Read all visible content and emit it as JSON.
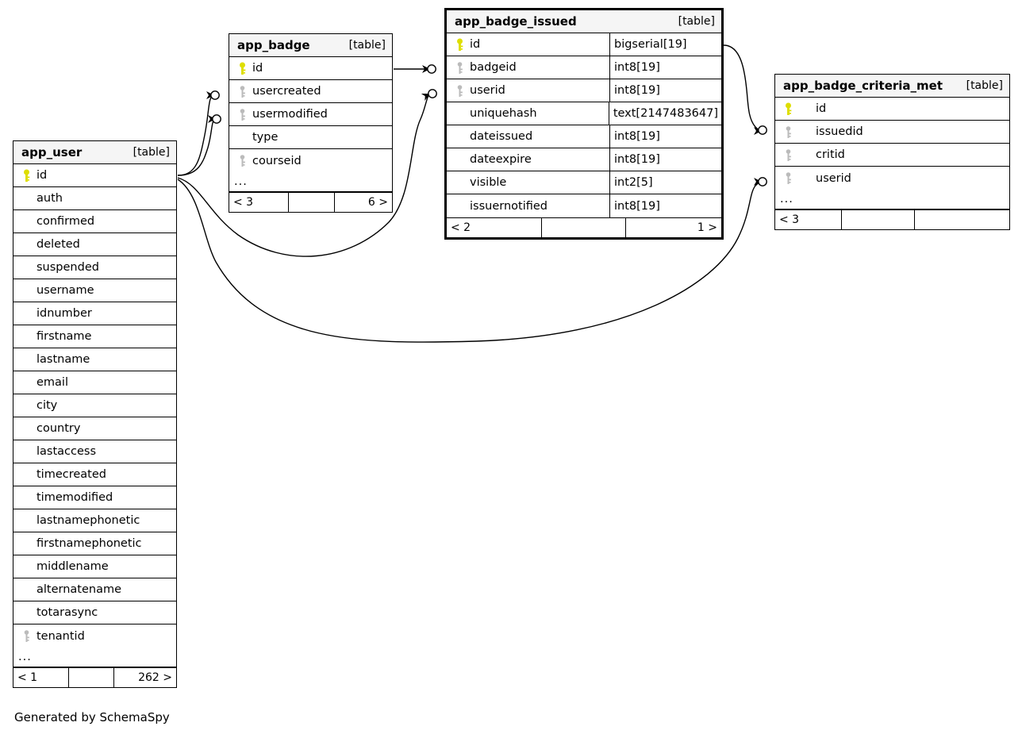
{
  "diagram": {
    "caption": "Generated by SchemaSpy",
    "kind_label": "[table]",
    "ellipsis": "...",
    "colors": {
      "primary_key": "#dede00",
      "foreign_key": "#bbbbbb",
      "header_bg": "#f5f5f5",
      "border": "#000000",
      "background": "#ffffff"
    }
  },
  "tables": {
    "app_user": {
      "name": "app_user",
      "kind": "[table]",
      "columns": [
        {
          "key": "primary",
          "name": "id"
        },
        {
          "key": "none",
          "name": "auth"
        },
        {
          "key": "none",
          "name": "confirmed"
        },
        {
          "key": "none",
          "name": "deleted"
        },
        {
          "key": "none",
          "name": "suspended"
        },
        {
          "key": "none",
          "name": "username"
        },
        {
          "key": "none",
          "name": "idnumber"
        },
        {
          "key": "none",
          "name": "firstname"
        },
        {
          "key": "none",
          "name": "lastname"
        },
        {
          "key": "none",
          "name": "email"
        },
        {
          "key": "none",
          "name": "city"
        },
        {
          "key": "none",
          "name": "country"
        },
        {
          "key": "none",
          "name": "lastaccess"
        },
        {
          "key": "none",
          "name": "timecreated"
        },
        {
          "key": "none",
          "name": "timemodified"
        },
        {
          "key": "none",
          "name": "lastnamephonetic"
        },
        {
          "key": "none",
          "name": "firstnamephonetic"
        },
        {
          "key": "none",
          "name": "middlename"
        },
        {
          "key": "none",
          "name": "alternatename"
        },
        {
          "key": "none",
          "name": "totarasync"
        },
        {
          "key": "foreign",
          "name": "tenantid"
        }
      ],
      "has_ellipsis": true,
      "footer": {
        "left": "< 1",
        "center": "",
        "right": "262 >"
      }
    },
    "app_badge": {
      "name": "app_badge",
      "kind": "[table]",
      "columns": [
        {
          "key": "primary",
          "name": "id"
        },
        {
          "key": "foreign",
          "name": "usercreated"
        },
        {
          "key": "foreign",
          "name": "usermodified"
        },
        {
          "key": "none",
          "name": "type"
        },
        {
          "key": "foreign",
          "name": "courseid"
        }
      ],
      "has_ellipsis": true,
      "footer": {
        "left": "< 3",
        "center": "",
        "right": "6 >"
      }
    },
    "app_badge_issued": {
      "name": "app_badge_issued",
      "kind": "[table]",
      "columns": [
        {
          "key": "primary",
          "name": "id",
          "type": "bigserial[19]"
        },
        {
          "key": "foreign",
          "name": "badgeid",
          "type": "int8[19]"
        },
        {
          "key": "foreign",
          "name": "userid",
          "type": "int8[19]"
        },
        {
          "key": "none",
          "name": "uniquehash",
          "type": "text[2147483647]"
        },
        {
          "key": "none",
          "name": "dateissued",
          "type": "int8[19]"
        },
        {
          "key": "none",
          "name": "dateexpire",
          "type": "int8[19]"
        },
        {
          "key": "none",
          "name": "visible",
          "type": "int2[5]"
        },
        {
          "key": "none",
          "name": "issuernotified",
          "type": "int8[19]"
        }
      ],
      "has_ellipsis": false,
      "footer": {
        "left": "< 2",
        "center": "",
        "right": "1 >"
      }
    },
    "app_badge_criteria_met": {
      "name": "app_badge_criteria_met",
      "kind": "[table]",
      "columns": [
        {
          "key": "primary",
          "name": "id"
        },
        {
          "key": "foreign",
          "name": "issuedid"
        },
        {
          "key": "foreign",
          "name": "critid"
        },
        {
          "key": "foreign",
          "name": "userid"
        }
      ],
      "has_ellipsis": true,
      "footer": {
        "left": "< 3",
        "center": "",
        "right": ""
      }
    }
  },
  "relationships": [
    {
      "from": "app_user.id",
      "to": "app_badge.usercreated"
    },
    {
      "from": "app_user.id",
      "to": "app_badge.usermodified"
    },
    {
      "from": "app_user.id",
      "to": "app_badge_issued.userid"
    },
    {
      "from": "app_user.id",
      "to": "app_badge_criteria_met.userid"
    },
    {
      "from": "app_badge.id",
      "to": "app_badge_issued.badgeid"
    },
    {
      "from": "app_badge_issued.id",
      "to": "app_badge_criteria_met.issuedid"
    }
  ]
}
